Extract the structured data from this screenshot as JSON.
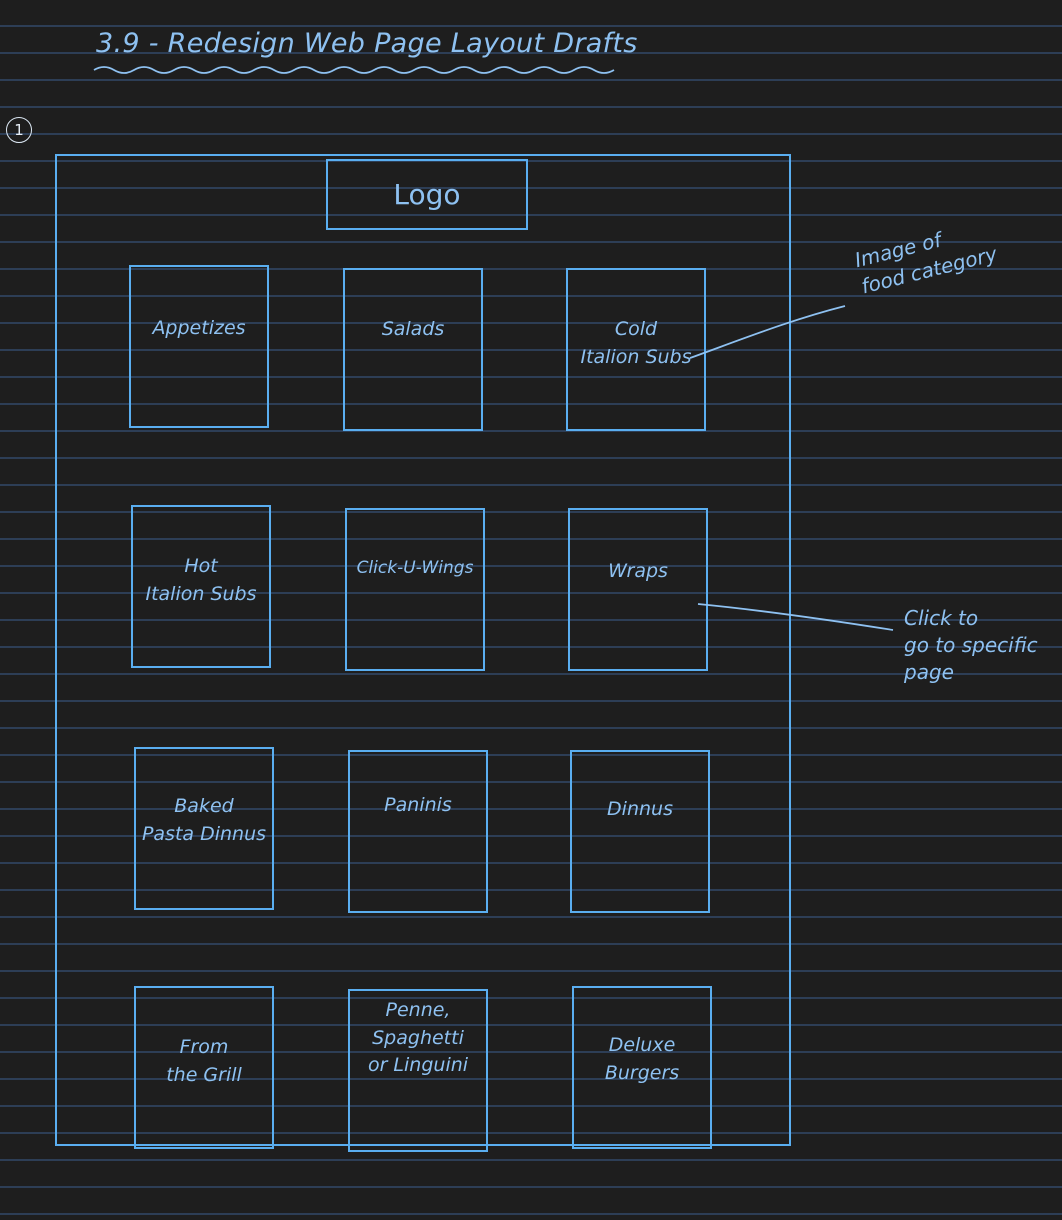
{
  "title": "3.9 - Redesign Web Page Layout Drafts",
  "draft_number": "1",
  "logo_label": "Logo",
  "tiles": [
    {
      "label": "Appetizes"
    },
    {
      "label": "Salads"
    },
    {
      "label": "Cold\nItalion Subs"
    },
    {
      "label": "Hot\nItalion Subs"
    },
    {
      "label": "Click-U-Wings"
    },
    {
      "label": "Wraps"
    },
    {
      "label": "Baked\nPasta Dinnus"
    },
    {
      "label": "Paninis"
    },
    {
      "label": "Dinnus"
    },
    {
      "label": "From\nthe Grill"
    },
    {
      "label": "Penne,\nSpaghetti\nor Linguini"
    },
    {
      "label": "Deluxe\nBurgers"
    }
  ],
  "annotations": {
    "image_note": "Image of\nfood category",
    "click_note": "Click to\ngo to specific\npage"
  },
  "colors": {
    "background": "#1e1e1e",
    "ruled_lines": "#2d3e56",
    "ink": "#8ec1f1",
    "frame": "#5aaef0"
  }
}
